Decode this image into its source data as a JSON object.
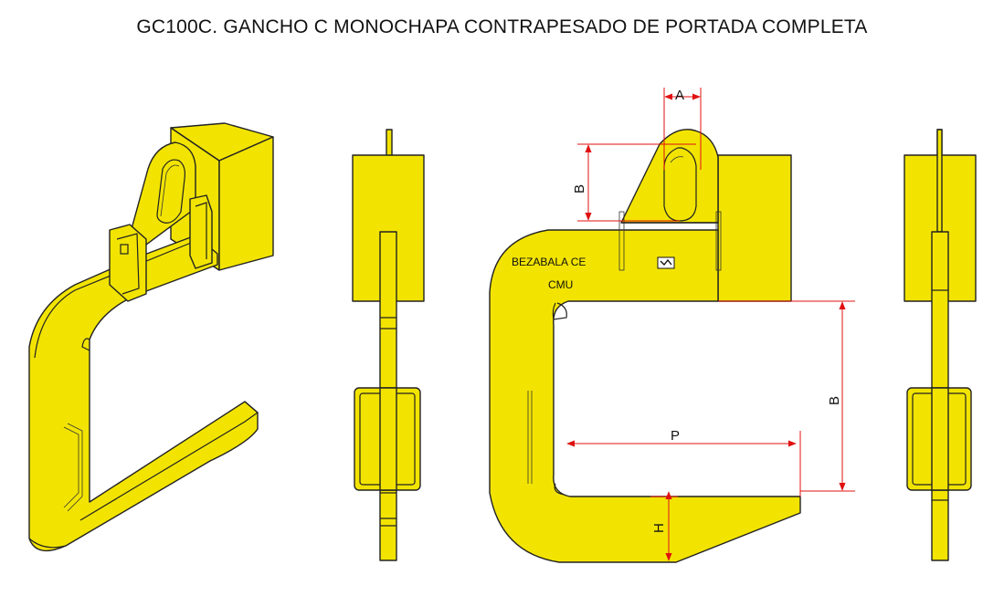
{
  "title": "GC100C. GANCHO C MONOCHAPA CONTRAPESADO DE PORTADA COMPLETA",
  "colors": {
    "yellow": "#f2e400",
    "dimension": "#e01010",
    "outline": "#222222"
  },
  "labels": {
    "dim_a": "A",
    "dim_b_top": "B",
    "dim_b_right": "B",
    "dim_p": "P",
    "dim_h": "H",
    "stamp_line1": "BEZABALA CE",
    "stamp_line2": "CMU"
  }
}
